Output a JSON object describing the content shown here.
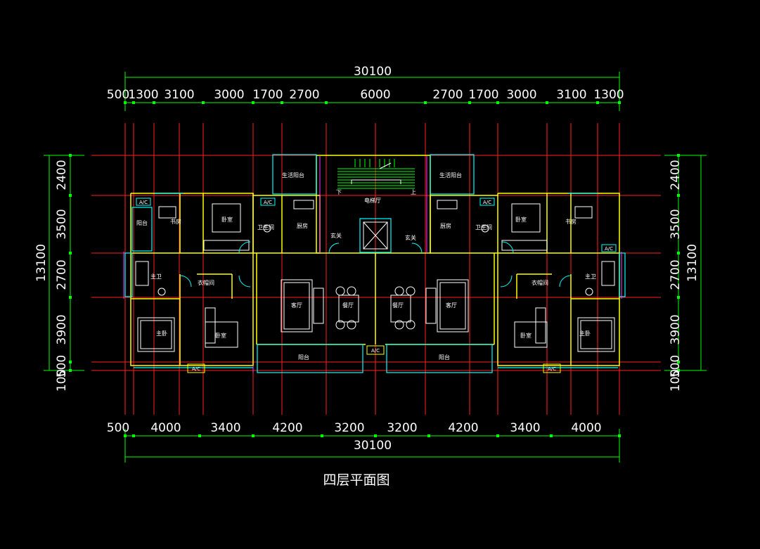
{
  "drawing": {
    "title": "四层平面图",
    "colors": {
      "background": "#000000",
      "axis": "#ff0000",
      "dimension": "#00ff00",
      "wall": "#ffff00",
      "window": "#00ffff",
      "fixture": "#ffffff",
      "accent": "#ff00ff"
    }
  },
  "dims": {
    "top_total": "30100",
    "top_segments": [
      "500",
      "1300",
      "3100",
      "3000",
      "1700",
      "2700",
      "6000",
      "2700",
      "1700",
      "3000",
      "3100",
      "1300"
    ],
    "bottom_total": "30100",
    "bottom_segments": [
      "500",
      "4000",
      "3400",
      "4200",
      "3200",
      "3200",
      "4200",
      "3400",
      "4000"
    ],
    "left_total": "13100",
    "left_segments": [
      "2400",
      "3500",
      "2700",
      "3900",
      "500",
      "100"
    ],
    "right_total": "13100",
    "right_segments": [
      "2400",
      "3500",
      "2700",
      "3900",
      "500",
      "100"
    ]
  },
  "rooms": {
    "living_balcony_left": "生活阳台",
    "living_balcony_right": "生活阳台",
    "elevator_hall": "电梯厅",
    "stair_down": "下",
    "stair_up": "上",
    "study_left": "书房",
    "study_right": "书房",
    "bedroom_nl": "卧室",
    "bedroom_nr": "卧室",
    "bath_nl": "卫生间",
    "bath_nr": "卫生间",
    "kitchen_left": "厨房",
    "kitchen_right": "厨房",
    "foyer_left": "玄关",
    "foyer_right": "玄关",
    "balcony_wl": "阳台",
    "master_bath_left": "主卫",
    "master_bath_right": "主卫",
    "closet_left": "衣帽间",
    "closet_right": "衣帽间",
    "living_left": "客厅",
    "living_right": "客厅",
    "dining_left": "餐厅",
    "dining_right": "餐厅",
    "master_left": "主卧",
    "master_right": "主卧",
    "bedroom_sl": "卧室",
    "bedroom_sr": "卧室",
    "balcony_sl": "阳台",
    "balcony_sr": "阳台",
    "ac_tag": "A/C"
  }
}
